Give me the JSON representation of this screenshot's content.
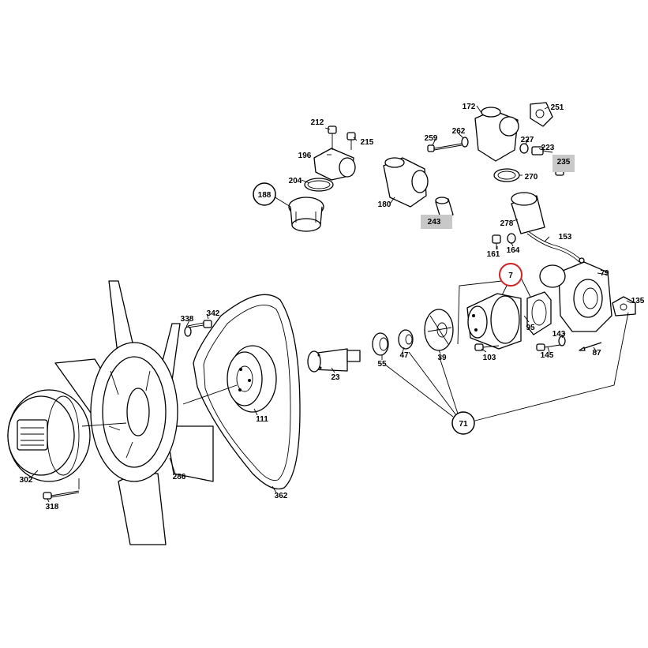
{
  "labels": {
    "l7": "7",
    "l23": "23",
    "l39": "39",
    "l47": "47",
    "l55": "55",
    "l71": "71",
    "l79": "79",
    "l87": "87",
    "l95": "95",
    "l103": "103",
    "l111": "111",
    "l135": "135",
    "l143": "143",
    "l145": "145",
    "l153": "153",
    "l161": "161",
    "l164": "164",
    "l172": "172",
    "l180": "180",
    "l188": "188",
    "l196": "196",
    "l204": "204",
    "l212": "212",
    "l215": "215",
    "l223": "223",
    "l227": "227",
    "l235": "235",
    "l243": "243",
    "l251": "251",
    "l259": "259",
    "l262": "262",
    "l270": "270",
    "l278": "278",
    "l286": "286",
    "l302": "302",
    "l318": "318",
    "l338": "338",
    "l342": "342",
    "l362": "362"
  },
  "colors": {
    "highlight_circle": "#d42020",
    "label_box": "#c8c8c8",
    "line": "#000000"
  }
}
